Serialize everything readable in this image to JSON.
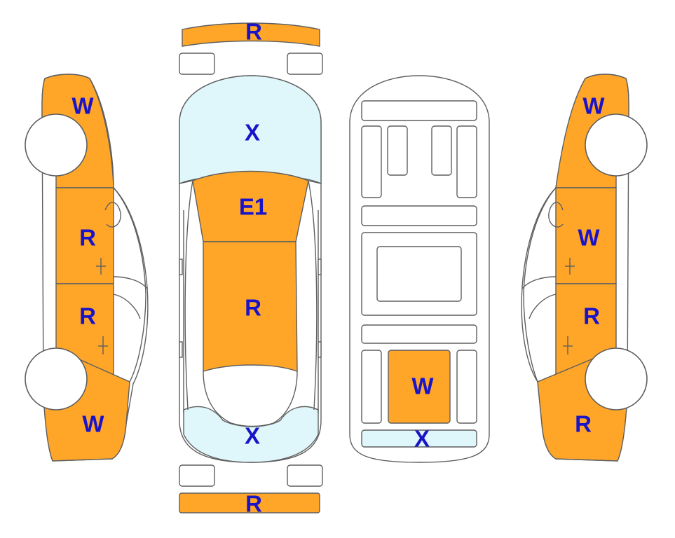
{
  "colors": {
    "R": "#ffa629",
    "W": "#ffa629",
    "E1": "#ffa629",
    "X": "#dff6fb",
    "none": "#ffffff",
    "outline": "#5f5f5f",
    "label": "#1a14c8"
  },
  "views": {
    "left": {
      "front": "W",
      "front_door": "R",
      "rear_door": "R",
      "rear": "W"
    },
    "top": {
      "front_bumper": "R",
      "windshield": "X",
      "hood": "E1",
      "roof": "R",
      "rear_window": "X",
      "rear_bumper": "R"
    },
    "underbody": {
      "tank": "W",
      "rear_strip": "X"
    },
    "right": {
      "front": "W",
      "front_door": "W",
      "rear_door": "R",
      "rear": "R"
    }
  }
}
